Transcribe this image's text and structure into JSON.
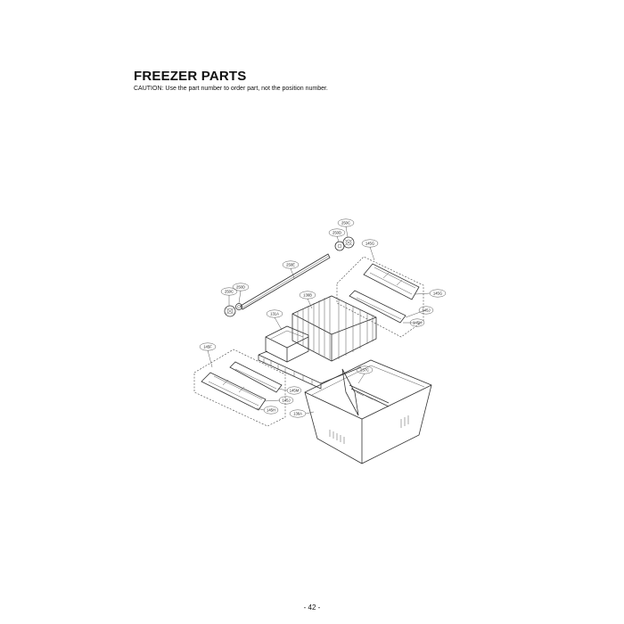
{
  "document": {
    "title": "FREEZER PARTS",
    "caution": "CAUTION: Use the part number to order part, not the position number.",
    "page_number": "- 42 -"
  },
  "callouts": [
    {
      "id": "c250C",
      "label": "250C"
    },
    {
      "id": "c250D",
      "label": "250D"
    },
    {
      "id": "c250E",
      "label": "250E"
    },
    {
      "id": "c250D2",
      "label": "250D"
    },
    {
      "id": "c250C2",
      "label": "250C"
    },
    {
      "id": "c145G",
      "label": "145G"
    },
    {
      "id": "c145G2",
      "label": "145G"
    },
    {
      "id": "c145J",
      "label": "145J"
    },
    {
      "id": "c145K",
      "label": "145K"
    },
    {
      "id": "c136B",
      "label": "136B"
    },
    {
      "id": "c131A",
      "label": "131A"
    },
    {
      "id": "c145F",
      "label": "145F"
    },
    {
      "id": "c237C",
      "label": "237C"
    },
    {
      "id": "c145M",
      "label": "145M"
    },
    {
      "id": "c145J2",
      "label": "145J"
    },
    {
      "id": "c145H",
      "label": "145H"
    },
    {
      "id": "c136A",
      "label": "136A"
    }
  ]
}
